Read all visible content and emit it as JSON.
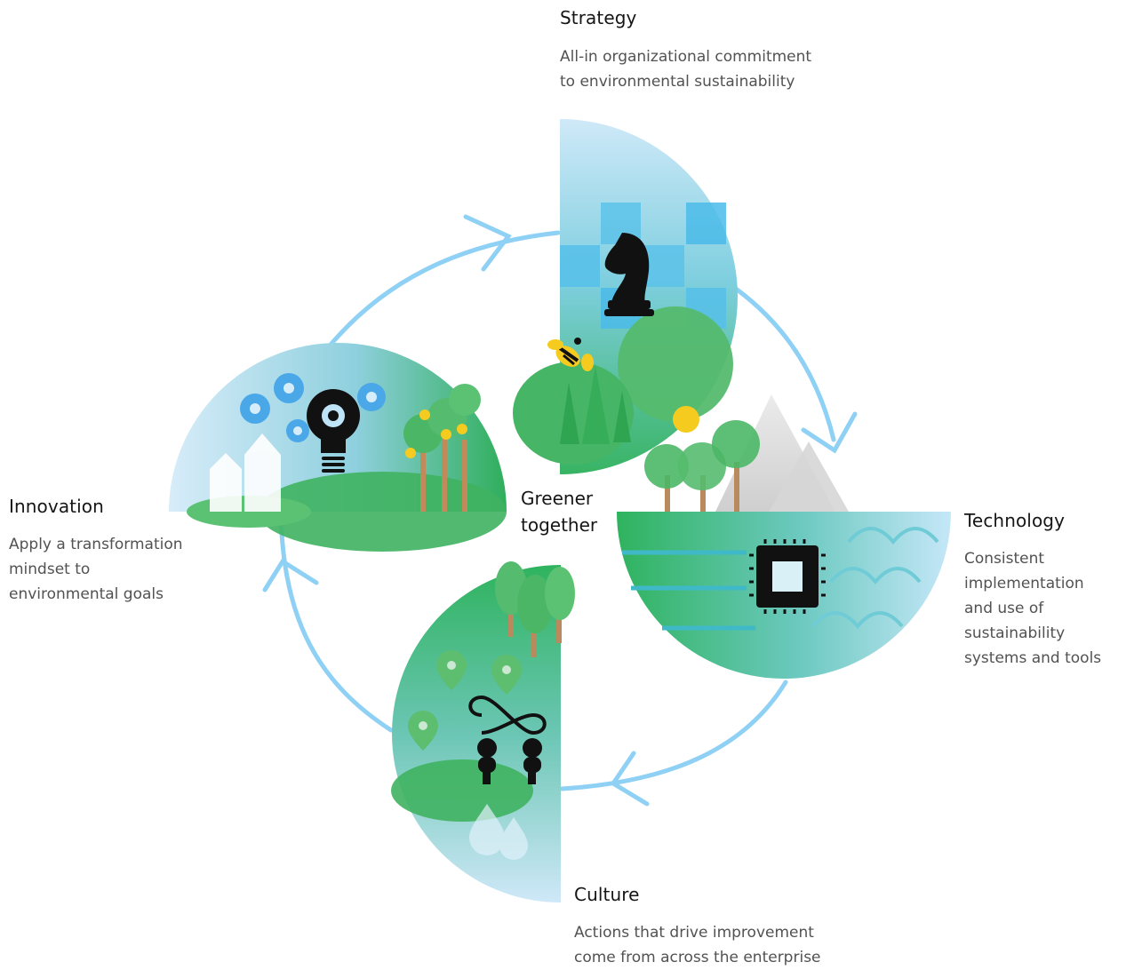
{
  "strategy": {
    "title": "Strategy",
    "line1": "All-in organizational commitment",
    "line2": "to environmental sustainability"
  },
  "technology": {
    "title": "Technology",
    "line1": "Consistent",
    "line2": "implementation",
    "line3": "and use of",
    "line4": "sustainability",
    "line5": "systems and tools"
  },
  "culture": {
    "title": "Culture",
    "line1": "Actions that drive improvement",
    "line2": "come from across the enterprise"
  },
  "innovation": {
    "title": "Innovation",
    "line1": "Apply a transformation",
    "line2": "mindset to",
    "line3": "environmental goals"
  },
  "center": {
    "line1": "Greener",
    "line2": "together"
  },
  "colors": {
    "cycle_arrow": "#8fd0f5",
    "sky_blue": "#bfe3f7",
    "grass_green": "#2fb35e",
    "leaf_green": "#55bb6e",
    "water_teal": "#3fb9c8",
    "sun_yellow": "#f5cb1f",
    "icon_black": "#111111"
  }
}
